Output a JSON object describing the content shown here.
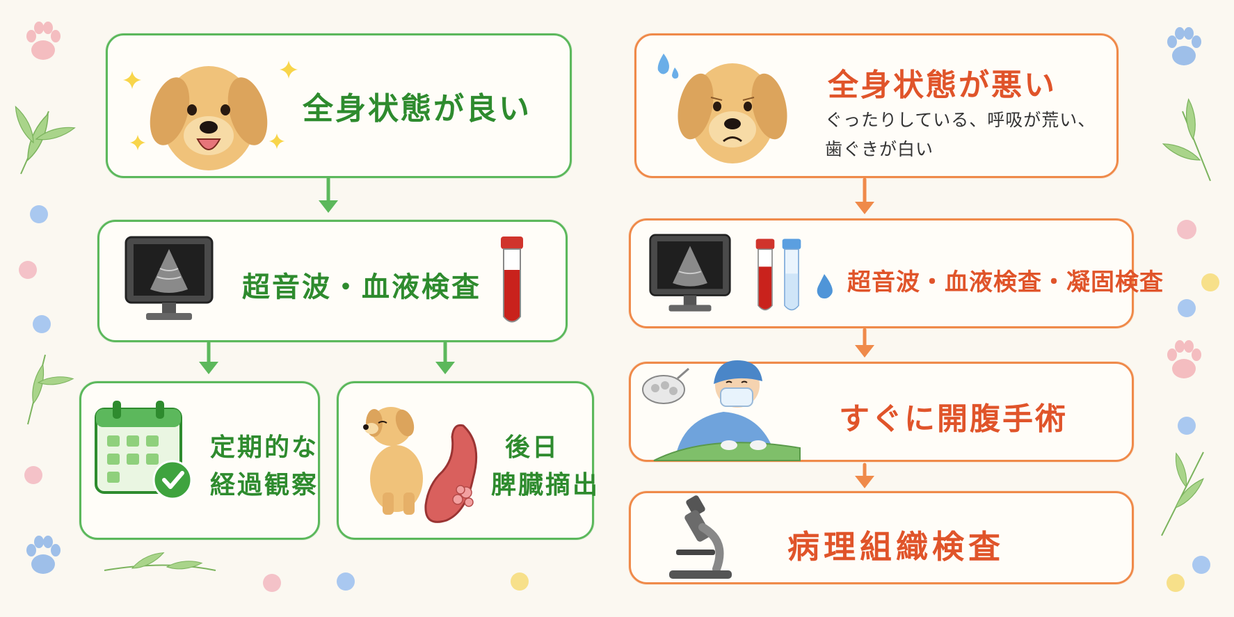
{
  "colors": {
    "good": "#2e8b2e",
    "good_border": "#5cb85c",
    "bad": "#e0542a",
    "bad_border": "#ef8a4a",
    "background": "#fbf8f1"
  },
  "good_path": {
    "condition": "全身状態が良い",
    "exam": "超音波・血液検査",
    "option_1": {
      "line1": "定期的な",
      "line2": "経過観察"
    },
    "option_2": {
      "line1": "後日",
      "line2": "脾臓摘出"
    }
  },
  "bad_path": {
    "condition": "全身状態が悪い",
    "symptoms_line1": "ぐったりしている、呼吸が荒い、",
    "symptoms_line2": "歯ぐきが白い",
    "exam": "超音波・血液検査・凝固検査",
    "surgery": "すぐに開腹手術",
    "pathology": "病理組織検査"
  },
  "icons": [
    "happy-dog-icon",
    "sparkle-icon",
    "ultrasound-monitor-icon",
    "blood-tube-icon",
    "calendar-check-icon",
    "sitting-dog-icon",
    "spleen-icon",
    "sad-dog-icon",
    "sweat-drop-icon",
    "clear-tube-icon",
    "water-drop-icon",
    "surgeon-icon",
    "surgical-lamp-icon",
    "microscope-icon",
    "paw-icon",
    "leaf-icon",
    "dot-icon"
  ]
}
